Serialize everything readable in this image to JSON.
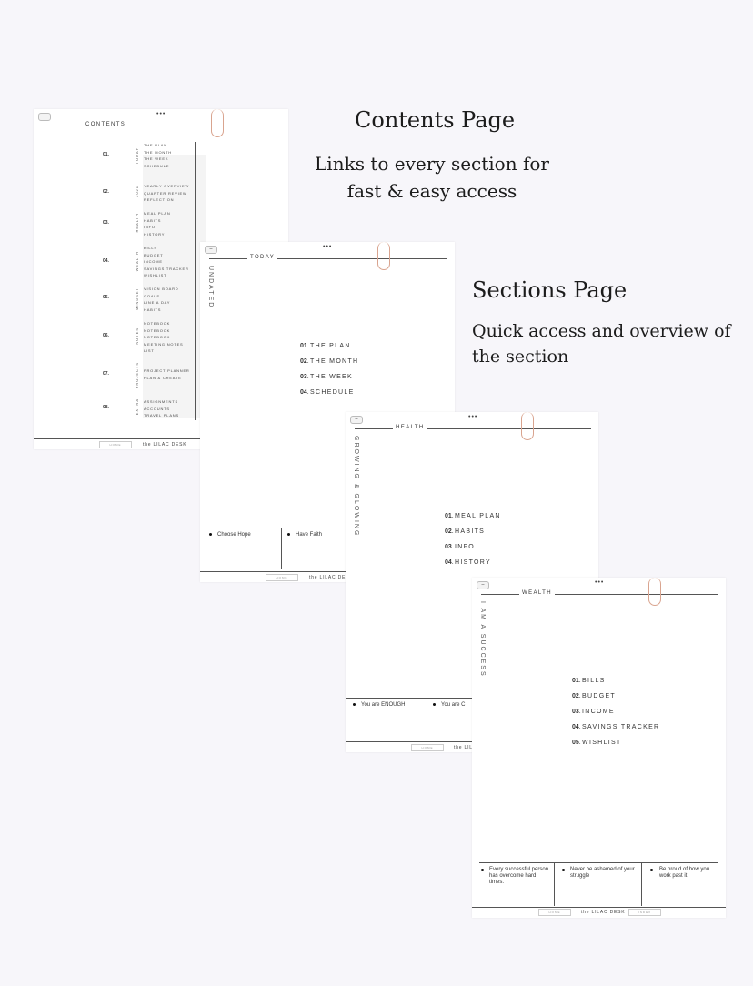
{
  "headings": {
    "contents_title": "Contents Page",
    "contents_sub": "Links to every section for fast & easy access",
    "sections_title": "Sections Page",
    "sections_sub": "Quick access and overview of the section"
  },
  "common": {
    "dots": "•••",
    "home": "HOME",
    "brand": "the LILAC DESK",
    "tab_glyph": "⌣"
  },
  "contents_page": {
    "title": "CONTENTS",
    "sections": [
      {
        "num": "01.",
        "label": "TODAY",
        "items": "THE PLAN\nTHE MONTH\nTHE WEEK\nSCHEDULE"
      },
      {
        "num": "02.",
        "label": "2021",
        "items": "YEARLY OVERVIEW\nQUARTER REVIEW\nREFLECTION"
      },
      {
        "num": "03.",
        "label": "HEALTH",
        "items": "MEAL PLAN\nHABITS\nINFO\nHISTORY"
      },
      {
        "num": "04.",
        "label": "WEALTH",
        "items": "BILLS\nBUDGET\nINCOME\nSAVINGS TRACKER\nWISHLIST"
      },
      {
        "num": "05.",
        "label": "MINDSET",
        "items": "VISION BOARD\nGOALS\nLINE A DAY\nHABITS"
      },
      {
        "num": "06.",
        "label": "NOTES",
        "items": "NOTEBOOK\nNOTEBOOK\nNOTEBOOK\nMEETING NOTES\nLIST"
      },
      {
        "num": "07.",
        "label": "PROJECTS",
        "items": "PROJECT PLANNER\nPLAN & CREATE"
      },
      {
        "num": "08.",
        "label": "EXTRA",
        "items": "ASSIGNMENTS\nACCOUNTS\nTRAVEL PLANS"
      }
    ]
  },
  "today_page": {
    "title": "TODAY",
    "vertical": "UNDATED",
    "items": [
      {
        "num": "01",
        "label": ".THE PLAN"
      },
      {
        "num": "02",
        "label": ".THE MONTH"
      },
      {
        "num": "03",
        "label": ".THE WEEK"
      },
      {
        "num": "04",
        "label": ".SCHEDULE"
      }
    ],
    "quotes": [
      "Choose Hope",
      "Have Faith"
    ]
  },
  "health_page": {
    "title": "HEALTH",
    "vertical": "GROWING & GLOWING",
    "items": [
      {
        "num": "01",
        "label": ".MEAL PLAN"
      },
      {
        "num": "02",
        "label": ".HABITS"
      },
      {
        "num": "03",
        "label": ".INFO"
      },
      {
        "num": "04",
        "label": ".HISTORY"
      }
    ],
    "quotes": [
      "You are ENOUGH",
      "You are C"
    ]
  },
  "wealth_page": {
    "title": "WEALTH",
    "vertical": "I AM A SUCCESS",
    "items": [
      {
        "num": "01",
        "label": ".BILLS"
      },
      {
        "num": "02",
        "label": ".BUDGET"
      },
      {
        "num": "03",
        "label": ".INCOME"
      },
      {
        "num": "04",
        "label": ".SAVINGS TRACKER"
      },
      {
        "num": "05",
        "label": ".WISHLIST"
      }
    ],
    "quotes": [
      "Every successful person has overcome hard times.",
      "Never be ashamed of your struggle",
      "Be proud of how you work past it."
    ],
    "index": "INDEX"
  }
}
